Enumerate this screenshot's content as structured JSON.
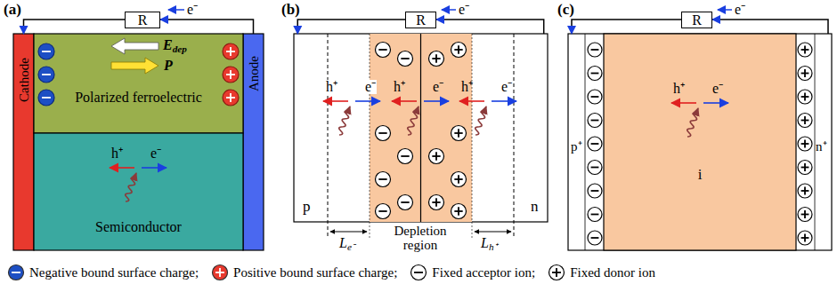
{
  "diagram": {
    "nodes": [
      {
        "text": [
          "R"
        ]
      },
      {
        "text": [
          "Cathode"
        ]
      },
      {
        "text": [
          "Polarized ferroelectric"
        ]
      },
      {
        "text": [
          "Anode"
        ]
      },
      {
        "text": [
          "Semiconductor"
        ]
      },
      {
        "text": [
          "R"
        ]
      },
      {
        "text": [
          "p"
        ]
      },
      {
        "text": [
          "n"
        ]
      },
      {
        "text": [
          "R"
        ]
      },
      {
        "text": [
          "p⁺"
        ]
      },
      {
        "text": [
          "i"
        ]
      },
      {
        "text": [
          "n⁺"
        ]
      }
    ],
    "edges": [
      {
        "from": 0,
        "to": 1,
        "arrow": "to"
      },
      {
        "from": 3,
        "to": 0,
        "arrow": "to"
      },
      {
        "from": 5,
        "to": 6,
        "arrow": "to"
      },
      {
        "from": 7,
        "to": 5,
        "arrow": "to"
      },
      {
        "from": 8,
        "to": 9,
        "arrow": "to"
      },
      {
        "from": 11,
        "to": 8,
        "arrow": "to"
      }
    ],
    "labels": [
      "(a)",
      "e⁻",
      "Edep",
      "P",
      "h⁺",
      "e⁻",
      "(b)",
      "e⁻",
      "h⁺",
      "e⁻",
      "h⁺",
      "e⁻",
      "h⁺",
      "e⁻",
      "Le⁻",
      "Depletion region",
      "Lh⁺",
      "(c)",
      "e⁻",
      "h⁺",
      "e⁻"
    ],
    "legend": [
      {
        "text": "Negative bound surface charge;",
        "color": "#1d4fc4"
      },
      {
        "text": "Positive bound surface charge;",
        "color": "#e8392e"
      },
      {
        "text": "Fixed acceptor ion;"
      },
      {
        "text": "Fixed donor ion"
      }
    ]
  }
}
